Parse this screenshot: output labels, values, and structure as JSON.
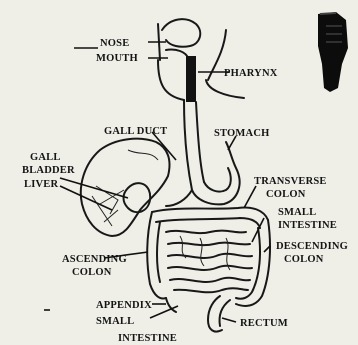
{
  "labels": {
    "nose": "NOSE",
    "mouth": "MOUTH",
    "pharynx": "PHARYNX",
    "gall_duct": "GALL DUCT",
    "stomach": "STOMACH",
    "gall_bladder_1": "GALL",
    "gall_bladder_2": "BLADDER",
    "liver": "LIVER",
    "transverse_colon_1": "TRANSVERSE",
    "transverse_colon_2": "COLON",
    "small_intestine_r1": "SMALL",
    "small_intestine_r2": "INTESTINE",
    "descending_colon_1": "DESCENDING",
    "descending_colon_2": "COLON",
    "ascending_colon_1": "ASCENDING",
    "ascending_colon_2": "COLON",
    "appendix": "APPENDIX",
    "small_intestine_b1": "SMALL",
    "small_intestine_b2": "INTESTINE",
    "rectum": "RECTUM"
  },
  "icons": {
    "pointing_hand": "pointing-hand-icon"
  },
  "colors": {
    "paper": "#efefe8",
    "ink": "#181818"
  }
}
